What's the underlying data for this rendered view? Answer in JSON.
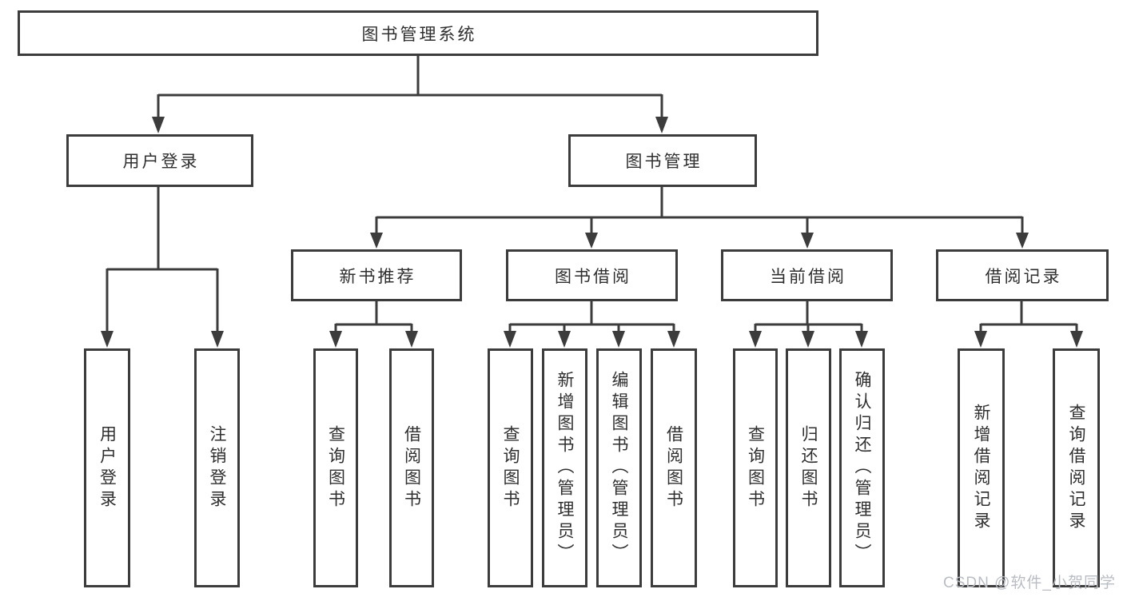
{
  "diagram_type": "hierarchy-tree",
  "nodes": {
    "root": "图书管理系统",
    "user_login": "用户登录",
    "book_management": "图书管理",
    "new_book_recommend": "新书推荐",
    "book_borrow": "图书借阅",
    "current_borrow": "当前借阅",
    "borrow_record": "借阅记录"
  },
  "leaves": {
    "user_login": [
      "用户登录",
      "注销登录"
    ],
    "new_book_recommend": [
      "查询图书",
      "借阅图书"
    ],
    "book_borrow": [
      "查询图书",
      "新增图书（管理员）",
      "编辑图书（管理员）",
      "借阅图书"
    ],
    "current_borrow": [
      "查询图书",
      "归还图书",
      "确认归还（管理员）"
    ],
    "borrow_record": [
      "新增借阅记录",
      "查询借阅记录"
    ]
  },
  "watermark": "CSDN @软件_小贺同学",
  "colors": {
    "line": "#3c3c3c",
    "box_border": "#3c3c3c",
    "box_fill": "#ffffff",
    "text": "#2f2f2f",
    "watermark_text": "#b9bdc3",
    "background": "#ffffff"
  }
}
